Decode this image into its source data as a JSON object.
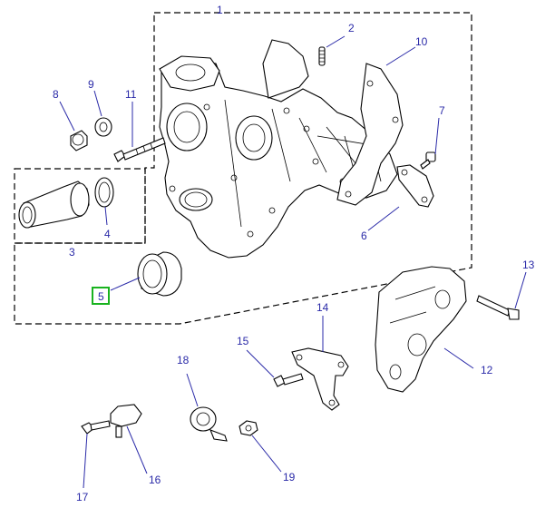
{
  "callouts": [
    {
      "id": "1",
      "label": "1"
    },
    {
      "id": "2",
      "label": "2"
    },
    {
      "id": "3",
      "label": "3"
    },
    {
      "id": "4",
      "label": "4"
    },
    {
      "id": "5",
      "label": "5",
      "highlighted": true
    },
    {
      "id": "6",
      "label": "6"
    },
    {
      "id": "7",
      "label": "7"
    },
    {
      "id": "8",
      "label": "8"
    },
    {
      "id": "9",
      "label": "9"
    },
    {
      "id": "10",
      "label": "10"
    },
    {
      "id": "11",
      "label": "11"
    },
    {
      "id": "12",
      "label": "12"
    },
    {
      "id": "13",
      "label": "13"
    },
    {
      "id": "14",
      "label": "14"
    },
    {
      "id": "15",
      "label": "15"
    },
    {
      "id": "16",
      "label": "16"
    },
    {
      "id": "17",
      "label": "17"
    },
    {
      "id": "18",
      "label": "18"
    },
    {
      "id": "19",
      "label": "19"
    }
  ],
  "colors": {
    "callout": "#2a2aa8",
    "highlight": "#19b31f",
    "line": "#000000"
  }
}
